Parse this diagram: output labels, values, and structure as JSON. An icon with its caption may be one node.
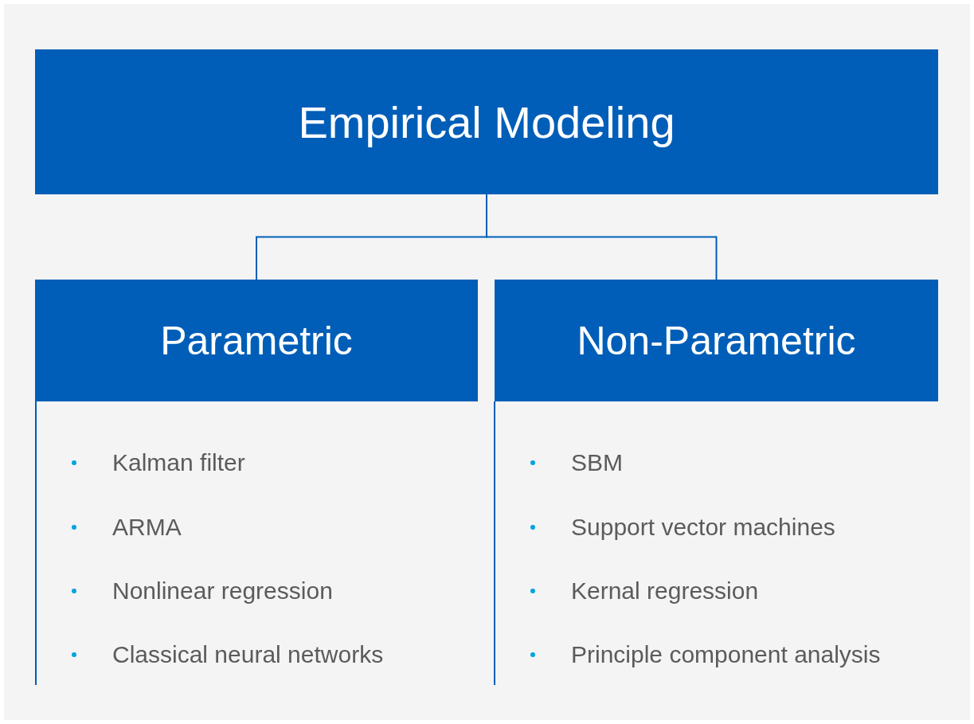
{
  "diagram": {
    "nodes": [
      {
        "text": [
          "Empirical Modeling"
        ]
      },
      {
        "text": [
          "Parametric"
        ]
      },
      {
        "text": [
          "Non-Parametric"
        ]
      }
    ],
    "edges": [
      {
        "from": 0,
        "to": 1,
        "arrow": "none"
      },
      {
        "from": 0,
        "to": 2,
        "arrow": "none"
      }
    ],
    "labels": [
      "Kalman filter",
      "ARMA",
      "Nonlinear regression",
      "Classical neural networks",
      "SBM",
      "Support vector machines",
      "Kernal regression",
      "Principle component analysis"
    ]
  }
}
